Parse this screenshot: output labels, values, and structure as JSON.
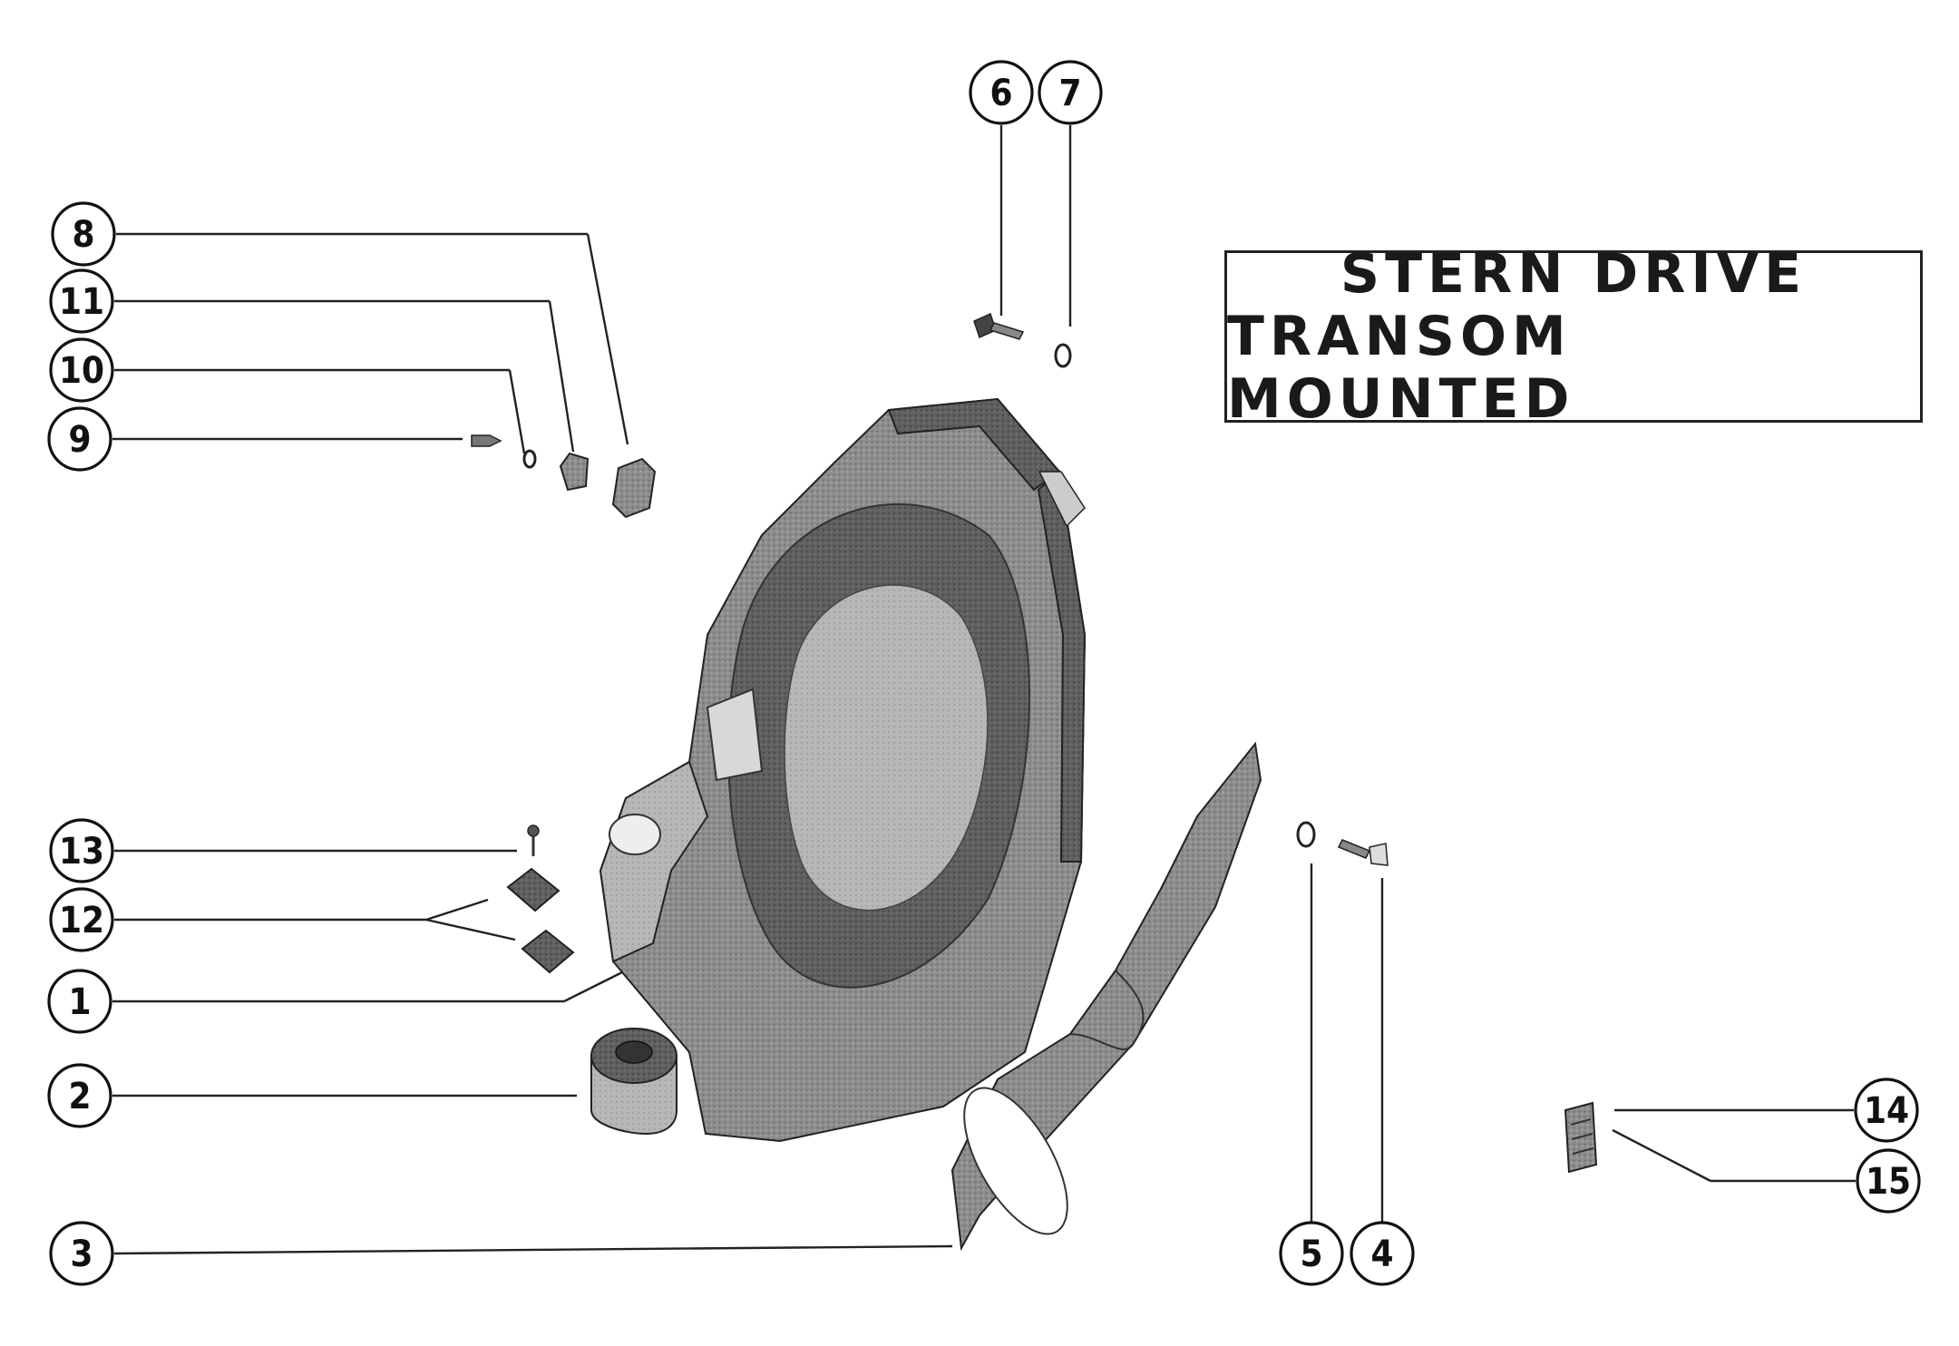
{
  "title": {
    "line1": "STERN DRIVE",
    "line2": "TRANSOM MOUNTED"
  },
  "callouts": {
    "c1": "1",
    "c2": "2",
    "c3": "3",
    "c4": "4",
    "c5": "5",
    "c6": "6",
    "c7": "7",
    "c8": "8",
    "c9": "9",
    "c10": "10",
    "c11": "11",
    "c12": "12",
    "c13": "13",
    "c14": "14",
    "c15": "15"
  },
  "colors": {
    "ink": "#111111",
    "casting": "#8a8a8a",
    "casting_dark": "#555555",
    "paper": "#ffffff"
  }
}
